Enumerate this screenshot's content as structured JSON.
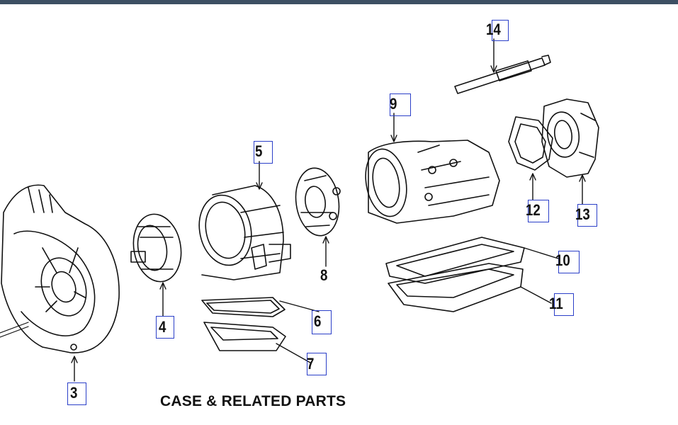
{
  "diagram": {
    "caption": "CASE & RELATED PARTS",
    "callouts": [
      "3",
      "4",
      "5",
      "6",
      "7",
      "8",
      "9",
      "10",
      "11",
      "12",
      "13",
      "14"
    ]
  },
  "colors": {
    "topbar": "#3d4f63",
    "label_box": "#2b3fc8",
    "ink": "#111111"
  }
}
